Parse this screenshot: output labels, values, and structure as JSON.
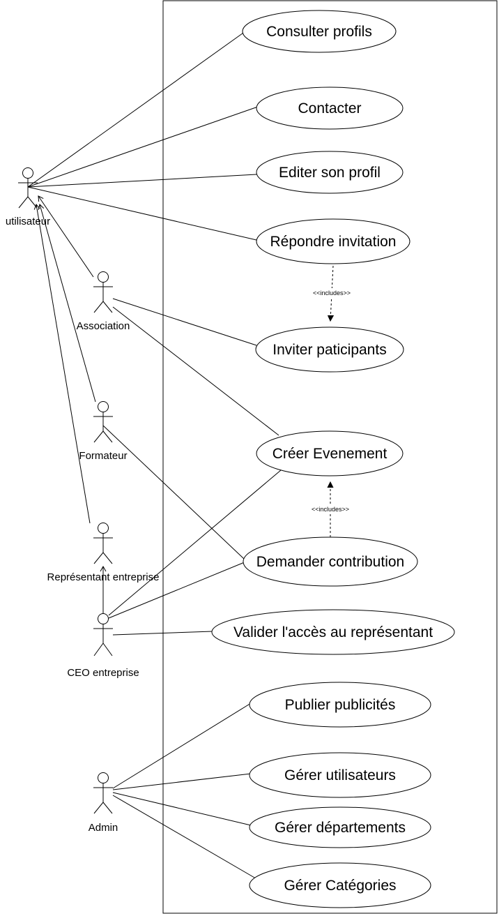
{
  "system_boundary": {
    "label": ""
  },
  "actors": {
    "utilisateur": "utilisateur",
    "association": "Association",
    "formateur": "Formateur",
    "representant": "Représentant entreprise",
    "ceo": "CEO entreprise",
    "admin": "Admin"
  },
  "use_cases": {
    "consulter_profils": "Consulter profils",
    "contacter": "Contacter",
    "editer_profil": "Editer son profil",
    "repondre_invitation": "Répondre invitation",
    "inviter_participants": "Inviter paticipants",
    "creer_evenement": "Créer Evenement",
    "demander_contribution": "Demander contribution",
    "valider_acces": "Valider l'accès au représentant",
    "publier_publicites": "Publier publicités",
    "gerer_utilisateurs": "Gérer utilisateurs",
    "gerer_departements": "Gérer départements",
    "gerer_categories": "Gérer Catégories"
  },
  "relations": {
    "includes_1": "<<includes>>",
    "includes_2": "<<includes>>"
  },
  "colors": {
    "line": "#000000",
    "background": "#ffffff"
  }
}
